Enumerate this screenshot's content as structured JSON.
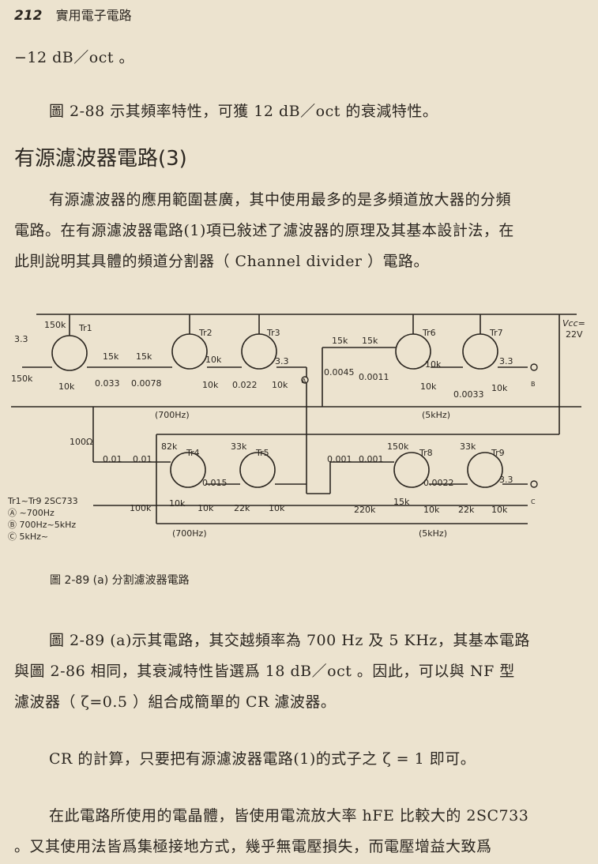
{
  "header": {
    "page_number": "212",
    "book_title": "實用電子電路"
  },
  "body": {
    "line1": "−12 dB／oct 。",
    "line2": "圖 2-88 示其頻率特性，可獲 12 dB／oct 的衰減特性。",
    "section_title": "有源濾波器電路(3)",
    "para1": [
      "有源濾波器的應用範圍甚廣，其中使用最多的是多頻道放大器的分頻",
      "電路。在有源濾波器電路(1)項已敍述了濾波器的原理及其基本設計法，在",
      "此則說明其具體的頻道分割器（ Channel divider ）電路。"
    ],
    "para2": [
      "圖 2-89 (a)示其電路，其交越頻率為 700 Hz 及 5 KHz，其基本電路",
      "與圖 2-86 相同，其衰減特性皆選爲 18 dB／oct 。因此，可以與 NF 型",
      "濾波器（ ζ=0.5 ）組合成簡單的 CR 濾波器。"
    ],
    "para3": "CR 的計算，只要把有源濾波器電路(1)的式子之 ζ = 1 即可。",
    "para4": [
      "在此電路所使用的電晶體，皆使用電流放大率 hFE 比較大的 2SC733",
      "。又其使用法皆爲集極接地方式，幾乎無電壓損失，而電壓增益大致爲"
    ]
  },
  "figure": {
    "caption": "圖 2-89 (a) 分割濾波器電路",
    "supply_label": "Vcc=",
    "supply_value": "22V",
    "transistors": [
      "Tr1",
      "Tr2",
      "Tr3",
      "Tr4",
      "Tr5",
      "Tr6",
      "Tr7",
      "Tr8",
      "Tr9"
    ],
    "components": {
      "r150k": "150k",
      "c33": "3.3",
      "r15k": "15k",
      "r10k": "10k",
      "r100k": "100k",
      "c0033": "0.033",
      "c00078": "0.0078",
      "c0022a": "0.022",
      "c00045": "0.0045",
      "c00011": "0.0011",
      "c00033": "0.0033",
      "r100ohm": "100Ω",
      "c001": "0.01",
      "r82k": "82k",
      "r33k": "33k",
      "c0015": "0.015",
      "r22k": "22k",
      "c0001": "0.001",
      "c00022": "0.0022",
      "r220k": "220k"
    },
    "freq": {
      "f700": "(700Hz)",
      "f5k": "(5kHz)",
      "f700b": "(700Hz)",
      "f5kb": "(5kHz)"
    },
    "outputs": {
      "a": "A",
      "b": "B",
      "c": "C"
    },
    "legend": [
      "Tr1~Tr9 2SC733",
      "Ⓐ ~700Hz",
      "Ⓑ 700Hz~5kHz",
      "Ⓒ 5kHz~"
    ]
  }
}
